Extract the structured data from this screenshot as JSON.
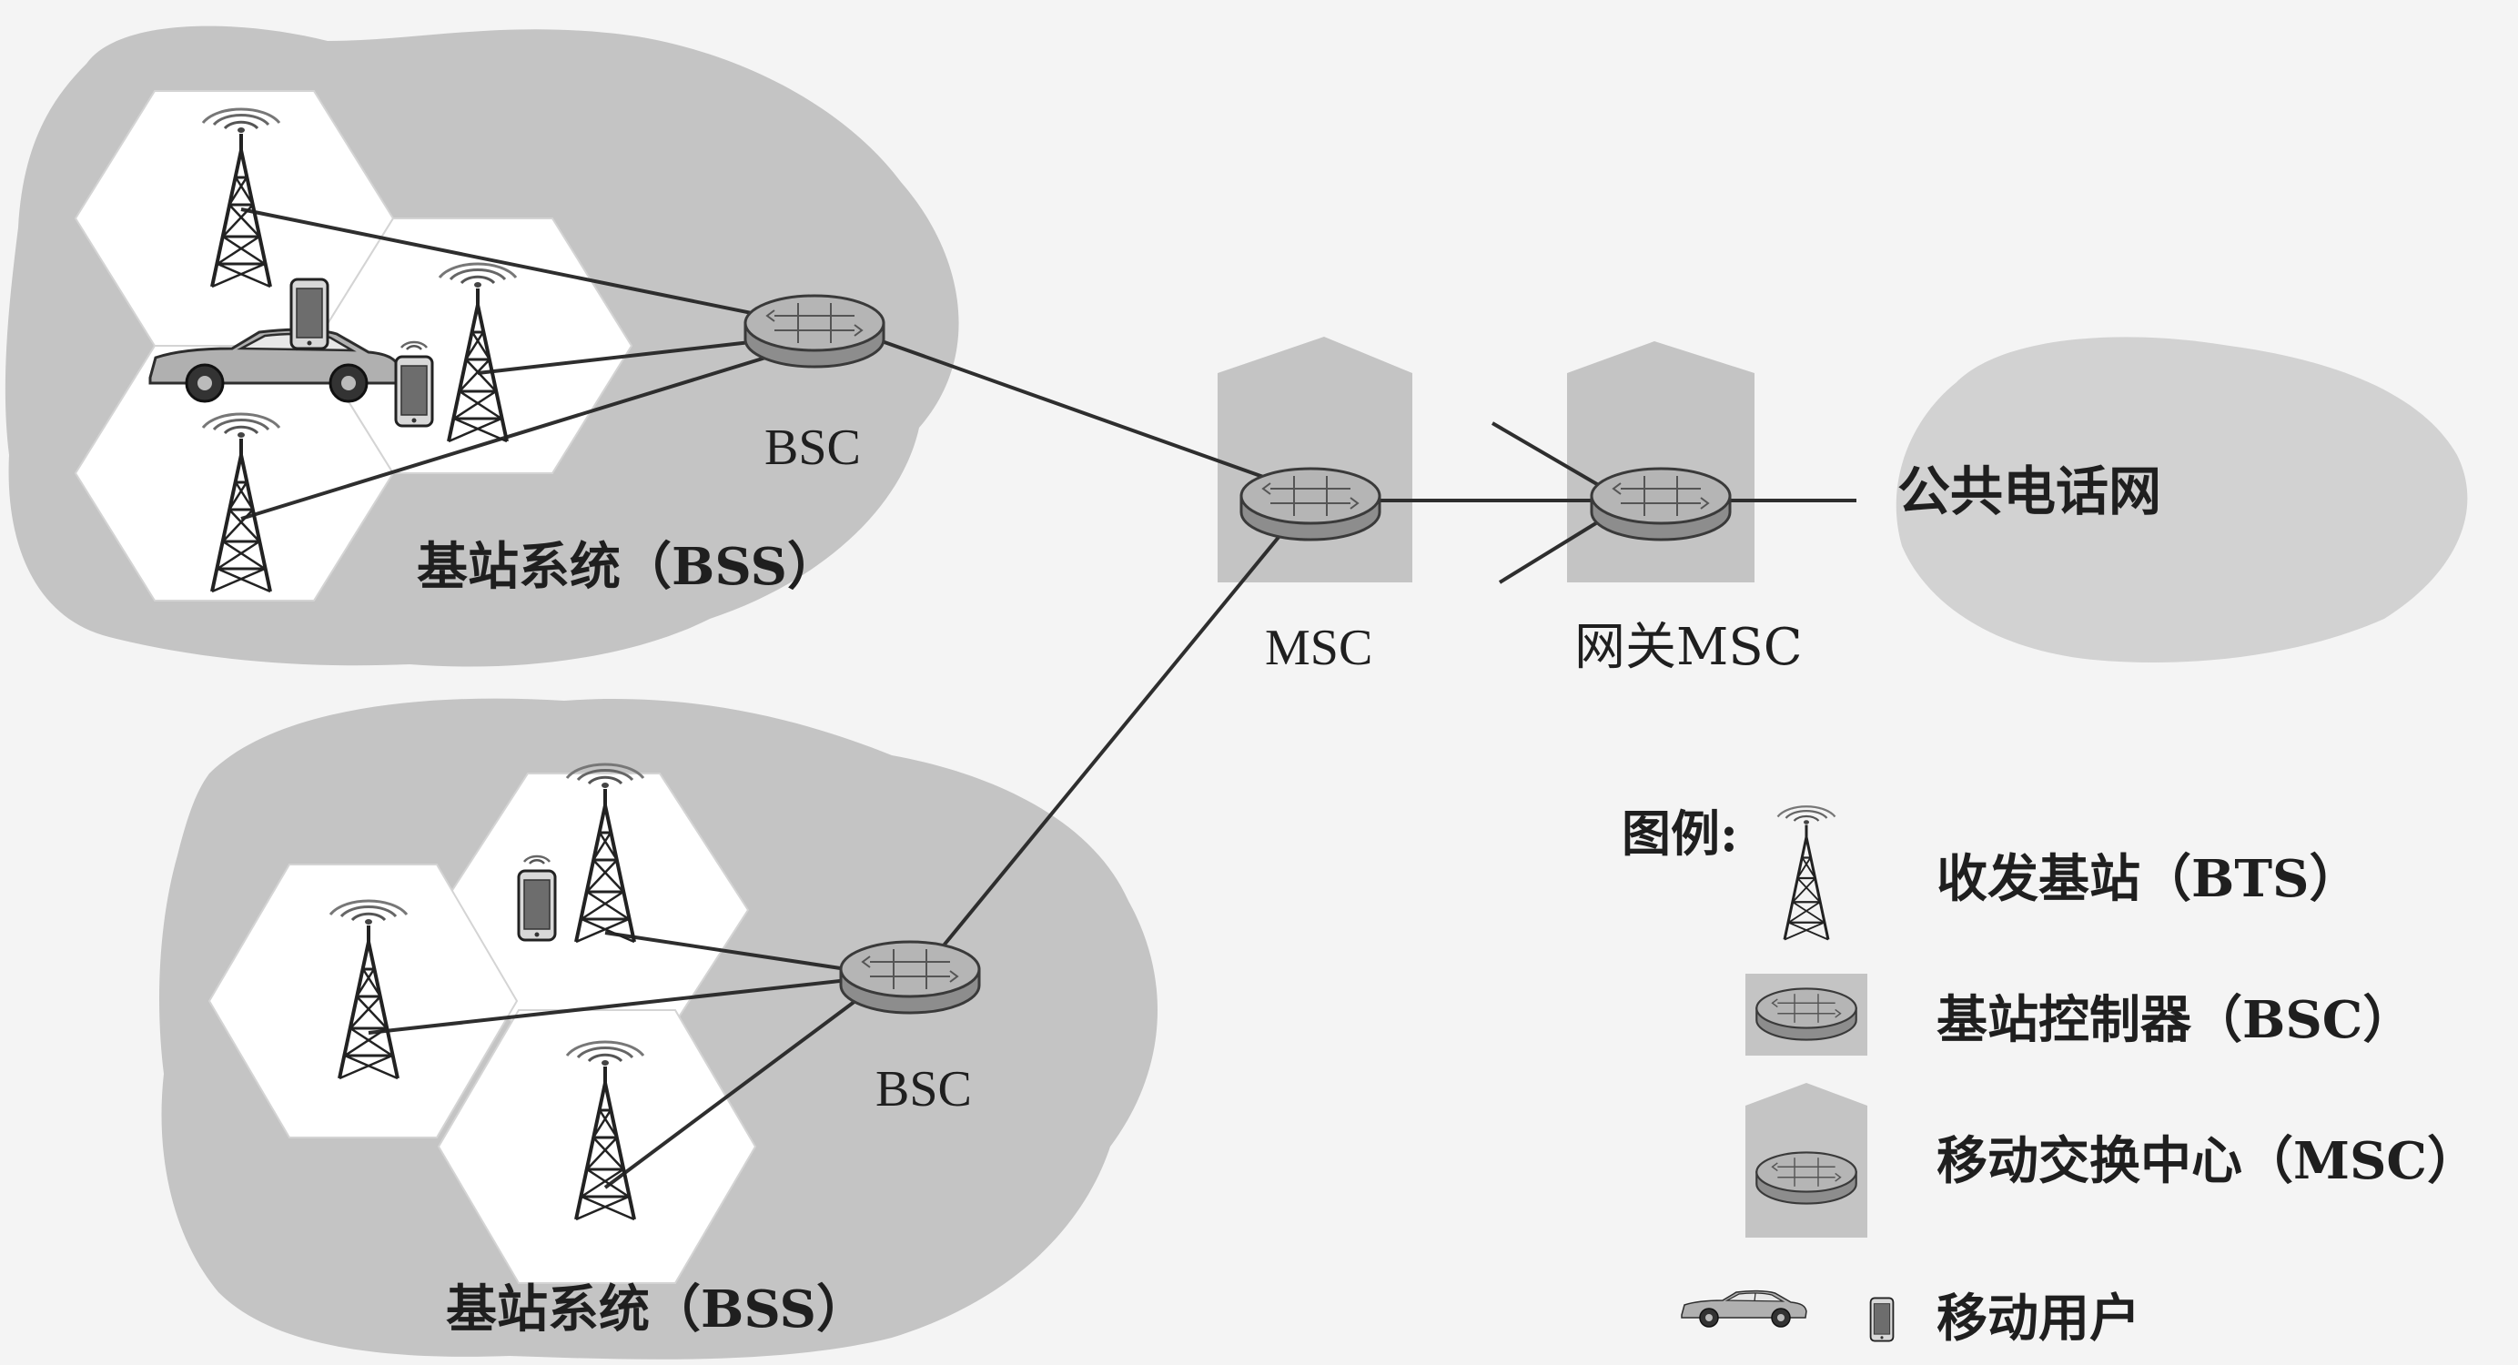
{
  "bss_top": {
    "bsc_label": "BSC",
    "system_label": "基站系统（BSS）"
  },
  "bss_bottom": {
    "bsc_label": "BSC",
    "system_label": "基站系统（BSS）"
  },
  "msc": {
    "label": "MSC"
  },
  "gateway_msc": {
    "label": "网关MSC"
  },
  "pstn": {
    "label": "公共电话网"
  },
  "legend": {
    "title": "图例:",
    "bts": "收发基站（BTS）",
    "bsc": "基站控制器（BSC）",
    "msc": "移动交换中心（MSC）",
    "user": "移动用户"
  }
}
